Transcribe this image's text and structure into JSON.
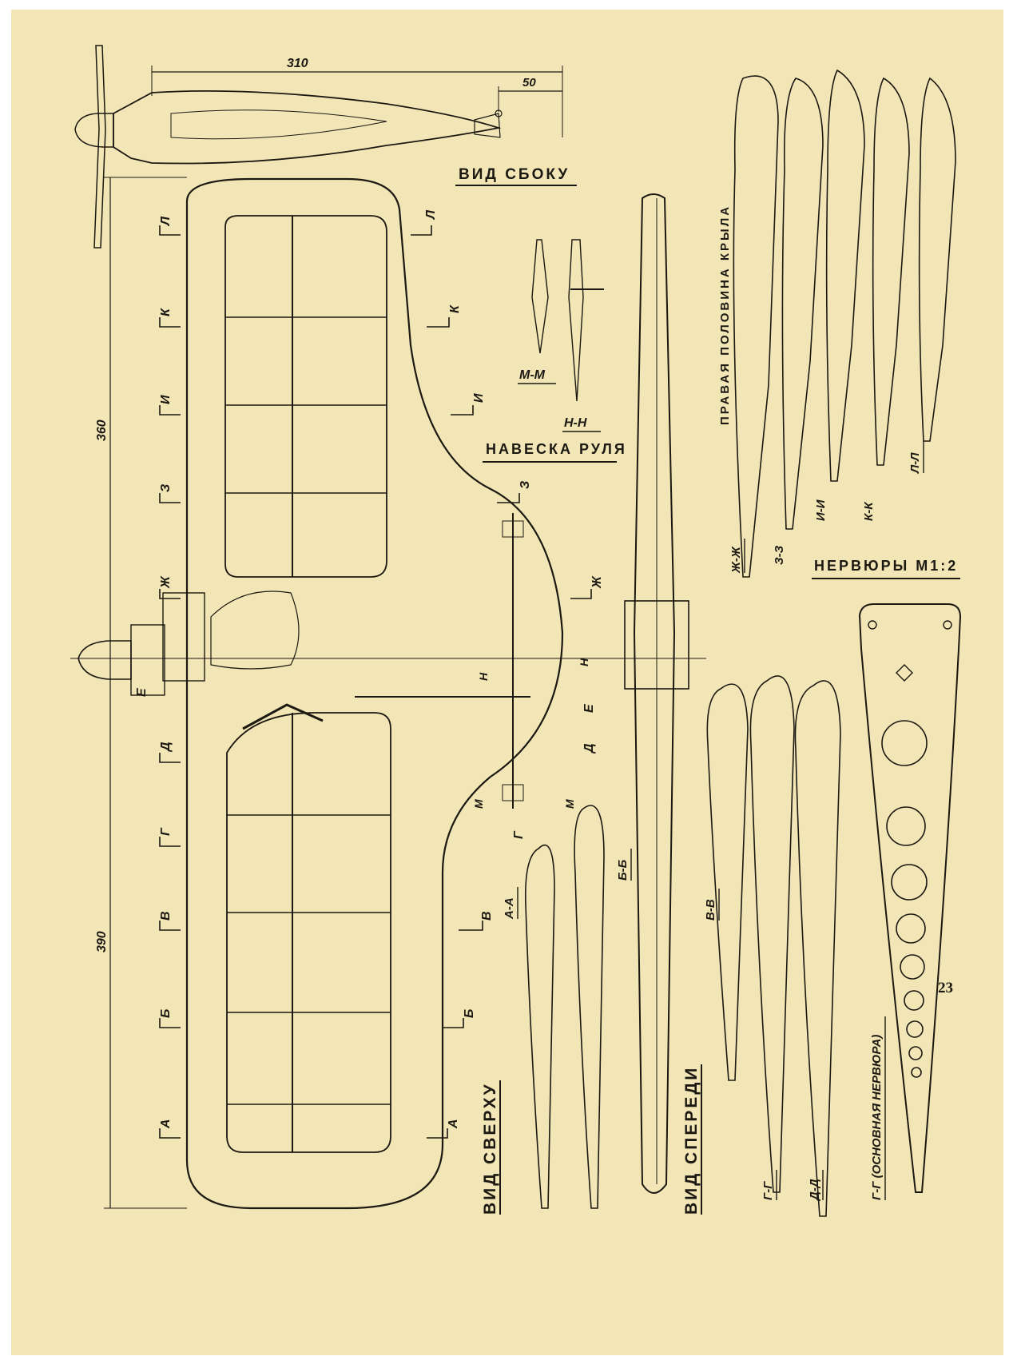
{
  "titles": {
    "side_view": "ВИД СБОКУ",
    "top_view": "ВИД СВЕРХУ",
    "front_view": "ВИД СПЕРЕДИ",
    "rudder_hinge": "НАВЕСКА РУЛЯ",
    "ribs_scale": "НЕРВЮРЫ М1:2",
    "right_wing_half": "ПРАВАЯ ПОЛОВИНА КРЫЛА"
  },
  "dimensions": {
    "length_310": "310",
    "tail_50": "50",
    "span_360": "360",
    "span_390": "390"
  },
  "section_marks": {
    "L": "Л",
    "K": "К",
    "I": "И",
    "Z": "З",
    "ZH": "Ж",
    "E": "Е",
    "D": "Д",
    "G": "Г",
    "V": "В",
    "B": "Б",
    "A": "А",
    "N": "Н",
    "M": "М"
  },
  "section_labels": {
    "mm": "М-М",
    "nn": "Н-Н",
    "aa": "А-А",
    "bb": "Б-Б",
    "vv": "В-В",
    "gg": "Г-Г",
    "dd": "Д-Д",
    "gg_main": "Г-Г (ОСНОВНАЯ НЕРВЮРА)",
    "zhzh": "Ж-Ж",
    "zz": "З-З",
    "ii": "И-И",
    "kk": "К-К",
    "ll": "Л-Л"
  },
  "page_number": "23"
}
